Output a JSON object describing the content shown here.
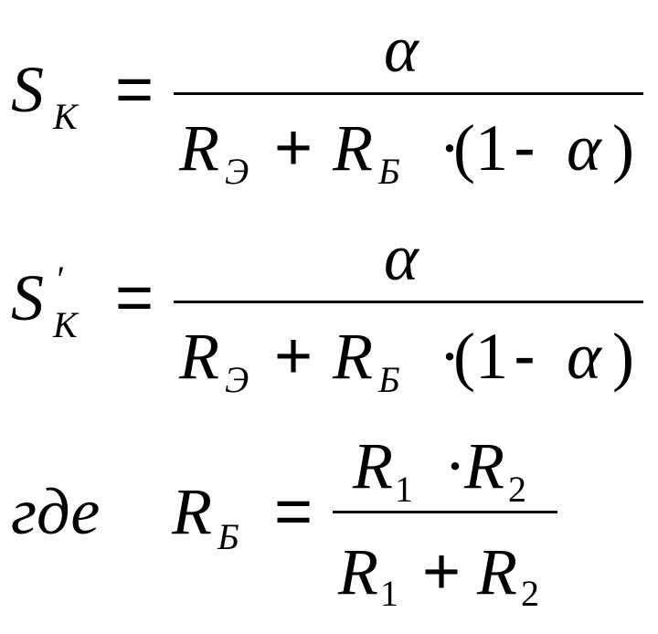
{
  "formula1": {
    "lhs": {
      "symbol": "S",
      "subscript": "К"
    },
    "equals": "=",
    "numerator": "α",
    "denominator": {
      "r1": "R",
      "r1_sub": "Э",
      "plus": "+",
      "r2": "R",
      "r2_sub": "Б",
      "dot": "·",
      "paren_open": "(",
      "one": "1",
      "minus": "-",
      "alpha": "α",
      "paren_close": ")"
    }
  },
  "formula2": {
    "lhs": {
      "symbol": "S",
      "prime": "′",
      "subscript": "К"
    },
    "equals": "=",
    "numerator": "α",
    "denominator": {
      "r1": "R",
      "r1_sub": "Э",
      "plus": "+",
      "r2": "R",
      "r2_sub": "Б",
      "dot": "·",
      "paren_open": "(",
      "one": "1",
      "minus": "-",
      "alpha": "α",
      "paren_close": ")"
    }
  },
  "formula3": {
    "word": "где",
    "lhs": {
      "symbol": "R",
      "subscript": "Б"
    },
    "equals": "=",
    "numerator": {
      "r1": "R",
      "r1_sub": "1",
      "dot": "·",
      "r2": "R",
      "r2_sub": "2"
    },
    "denominator": {
      "r1": "R",
      "r1_sub": "1",
      "plus": "+",
      "r2": "R",
      "r2_sub": "2"
    }
  }
}
